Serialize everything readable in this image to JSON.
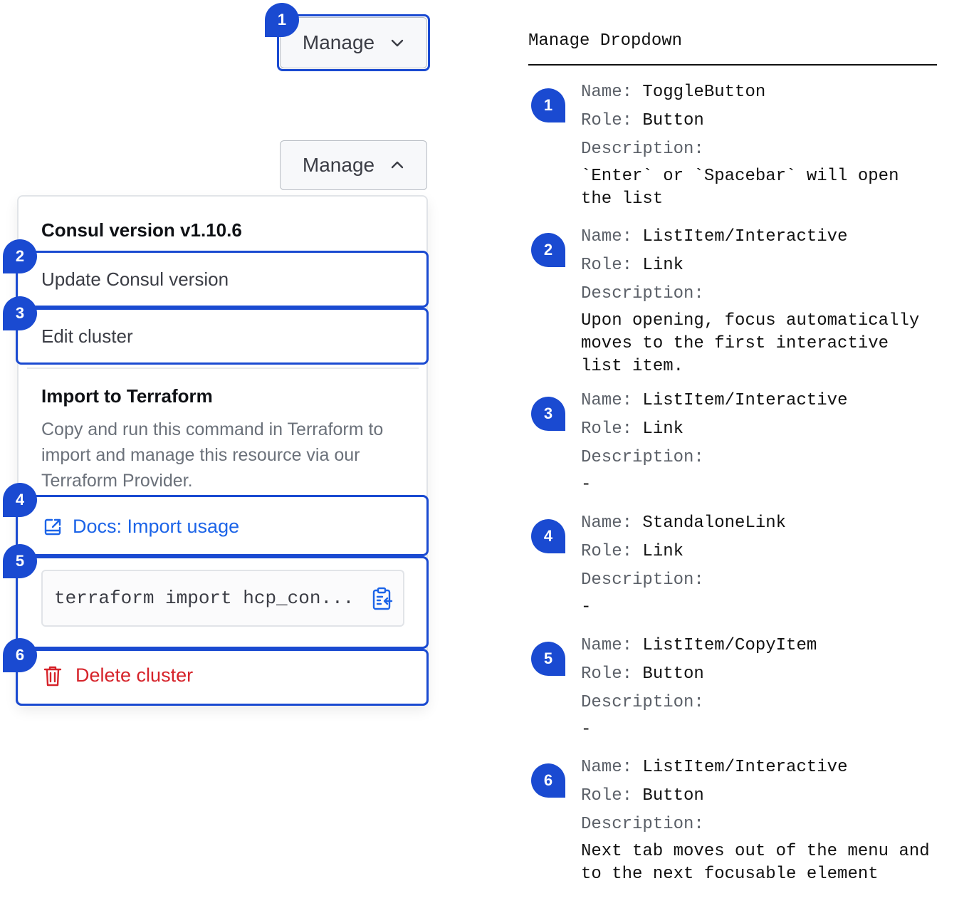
{
  "toggle_closed": {
    "label": "Manage",
    "badge": "1"
  },
  "toggle_open": {
    "label": "Manage"
  },
  "dropdown": {
    "heading": "Consul version v1.10.6",
    "update_item": {
      "label": "Update Consul version",
      "badge": "2"
    },
    "edit_item": {
      "label": "Edit cluster",
      "badge": "3"
    },
    "import_title": "Import to Terraform",
    "import_desc": "Copy and run this command in Terraform to import and manage this resource via our Terraform Provider.",
    "docs_link": {
      "label": "Docs: Import usage",
      "badge": "4"
    },
    "copy_item": {
      "value": "terraform import hcp_con...",
      "badge": "5"
    },
    "delete_item": {
      "label": "Delete cluster",
      "badge": "6"
    }
  },
  "panel": {
    "title": "Manage Dropdown",
    "labels": {
      "name": "Name:",
      "role": "Role:",
      "description": "Description:"
    },
    "entries": [
      {
        "num": "1",
        "name": "ToggleButton",
        "role": "Button",
        "desc": [
          "`Enter` or `Spacebar` will open",
          "the list"
        ]
      },
      {
        "num": "2",
        "name": "ListItem/Interactive",
        "role": "Link",
        "desc": [
          "Upon opening, focus automatically",
          "moves to the first interactive",
          "list item."
        ]
      },
      {
        "num": "3",
        "name": "ListItem/Interactive",
        "role": "Link",
        "desc": [
          "-"
        ]
      },
      {
        "num": "4",
        "name": "StandaloneLink",
        "role": "Link",
        "desc": [
          "-"
        ]
      },
      {
        "num": "5",
        "name": "ListItem/CopyItem",
        "role": "Button",
        "desc": [
          "-"
        ]
      },
      {
        "num": "6",
        "name": "ListItem/Interactive",
        "role": "Button",
        "desc": [
          "Next tab moves out of the menu and",
          "to the next focusable element"
        ]
      }
    ]
  },
  "colors": {
    "accent": "#1a4ad1",
    "link": "#1c64e8",
    "danger": "#d6232a"
  }
}
